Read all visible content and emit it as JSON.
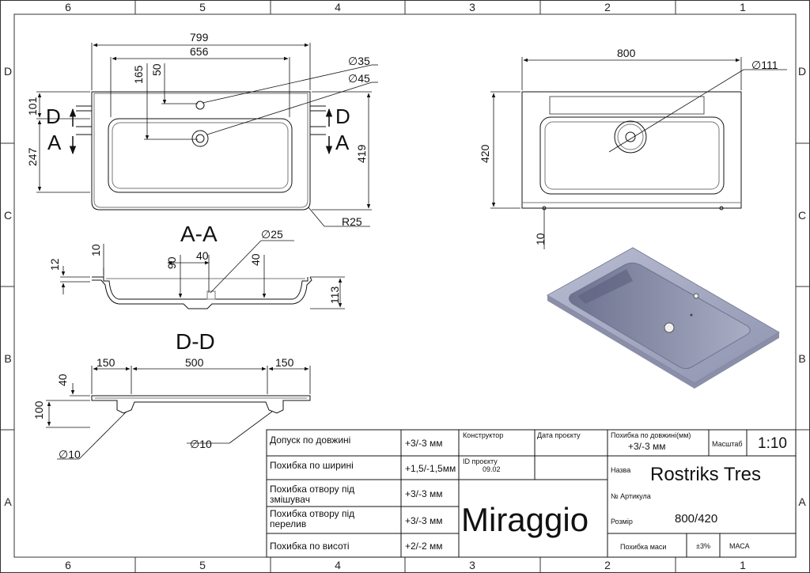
{
  "zones": {
    "columns": [
      "6",
      "5",
      "4",
      "3",
      "2",
      "1"
    ],
    "rows": [
      "D",
      "C",
      "B",
      "A"
    ]
  },
  "top_view": {
    "dims": {
      "w799": "799",
      "w656": "656",
      "d165": "165",
      "d50": "50",
      "h101": "101",
      "h247": "247",
      "h419": "419",
      "dia35": "∅35",
      "dia45": "∅45",
      "r25": "R25"
    },
    "section_marks": {
      "d_left": "D",
      "a_left": "A",
      "d_right": "D",
      "a_right": "A"
    }
  },
  "right_view": {
    "dims": {
      "w800": "800",
      "h420": "420",
      "dia111": "∅111",
      "h10": "10"
    }
  },
  "section_aa": {
    "title": "A-A",
    "dims": {
      "dia25": "∅25",
      "d10": "10",
      "d12": "12",
      "d90": "90",
      "d40a": "40",
      "d40b": "40",
      "h113": "113"
    }
  },
  "section_dd": {
    "title": "D-D",
    "dims": {
      "w150a": "150",
      "w500": "500",
      "w150b": "150",
      "h40": "40",
      "h100": "100",
      "dia10a": "∅10",
      "dia10b": "∅10"
    }
  },
  "tolerances": [
    {
      "label": "Допуск по довжині",
      "value": "+3/-3 мм"
    },
    {
      "label": "Похибка по ширині",
      "value": "+1,5/-1,5мм"
    },
    {
      "label": "Похибка отвору під змішувач",
      "value": "+3/-3 мм"
    },
    {
      "label": "Похибка отвору під перелив",
      "value": "+3/-3 мм"
    },
    {
      "label": "Похибка по висоті",
      "value": "+2/-2 мм"
    }
  ],
  "title_block": {
    "constructor_label": "Конструктор",
    "date_label": "Дата проєкту",
    "project_id_label": "ID проєкту",
    "project_id": "09.02",
    "brand": "Miraggio",
    "length_tol_label": "Похибка по довжині(мм)",
    "length_tol": "+3/-3 мм",
    "scale_label": "Масштаб",
    "scale": "1:10",
    "name_label": "Назва",
    "name": "Rostriks Tres",
    "article_label": "№ Артикула",
    "size_label": "Розмір",
    "size": "800/420",
    "mass_tol_label": "Похибка маси",
    "mass_tol": "±3%",
    "mass_label": "МАСА"
  }
}
